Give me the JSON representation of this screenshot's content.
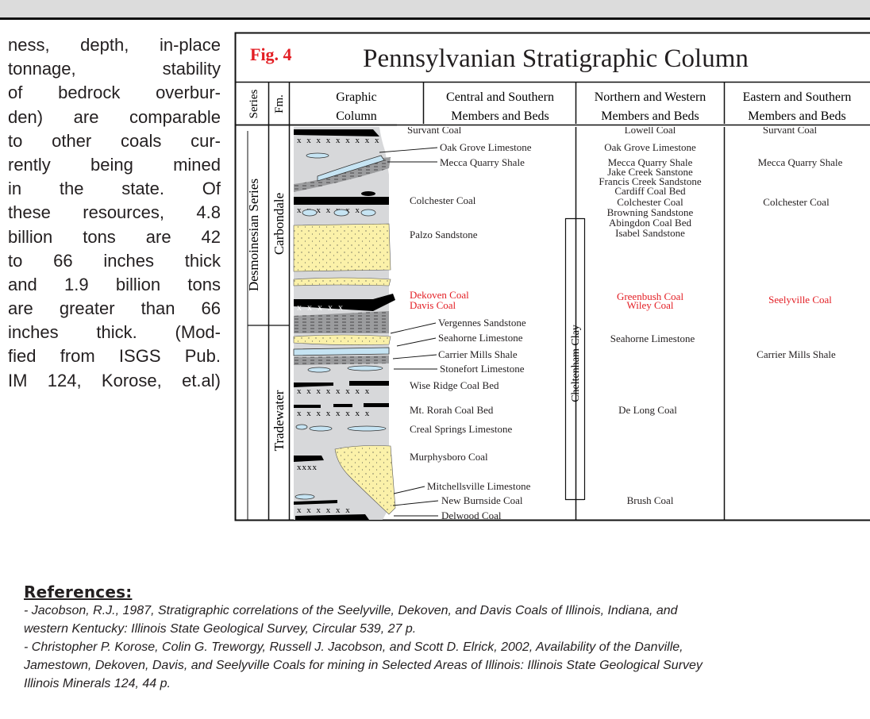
{
  "body_text_lines": [
    "ness, depth, in-place",
    "tonnage, stability",
    "of bedrock overbur-",
    "den) are comparable",
    "to other coals cur-",
    "rently being mined",
    "in the state. Of",
    "these resources, 4.8",
    "billion tons are 42",
    "to 66 inches thick",
    "and 1.9 billion tons",
    "are greater than 66",
    "inches thick. (Mod-",
    "fied from ISGS Pub.",
    "IM 124, Korose, et.al)"
  ],
  "figure": {
    "label": "Fig. 4",
    "title": "Pennsylvanian Stratigraphic Column",
    "headers": {
      "series": "Series",
      "fm": "Fm.",
      "graphic_1": "Graphic",
      "graphic_2": "Column",
      "central_1": "Central and Southern",
      "central_2": "Members and Beds",
      "northern_1": "Northern and Western",
      "northern_2": "Members and Beds",
      "eastern_1": "Eastern and Southern",
      "eastern_2": "Members and Beds"
    },
    "series_name": "Desmoinesian Series",
    "formations": [
      "Carbondale",
      "Tradewater"
    ],
    "cheltenham": "Cheltenham Clay",
    "central_beds": [
      "Survant Coal",
      "Oak Grove Limestone",
      "Mecca Quarry Shale",
      "Colchester Coal",
      "Palzo Sandstone",
      "Dekoven Coal",
      "Davis Coal",
      "Vergennes Sandstone",
      "Seahorne Limestone",
      "Carrier Mills Shale",
      "Stonefort Limestone",
      "Wise Ridge Coal Bed",
      "Mt. Rorah Coal Bed",
      "Creal Springs Limestone",
      "Murphysboro Coal",
      "Mitchellsville Limestone",
      "New Burnside Coal",
      "Delwood Coal"
    ],
    "northern_beds": [
      "Lowell Coal",
      "Oak Grove Limestone",
      "Mecca Quarry Shale",
      "Jake Creek Sanstone",
      "Francis Creek Sandstone",
      "Cardiff Coal Bed",
      "Colchester Coal",
      "Browning Sandstone",
      "Abingdon Coal Bed",
      "Isabel Sandstone",
      "Greenbush Coal",
      "Wiley Coal",
      "Seahorne Limestone",
      "De Long Coal",
      "Brush Coal"
    ],
    "eastern_beds": [
      "Survant Coal",
      "Mecca Quarry Shale",
      "Colchester Coal",
      "Seelyville Coal",
      "Carrier Mills Shale"
    ],
    "colors": {
      "highlight": "#e31e24",
      "sandstone": "#fbf1a9",
      "column_gray": "#d7d8da",
      "limestone": "#c6e4f3",
      "coal": "#000000"
    }
  },
  "references": {
    "heading": "References:",
    "ref1_line1": "- Jacobson, R.J., 1987, Stratigraphic correlations of the Seelyville, Dekoven, and Davis Coals of Illinois, Indiana, and",
    "ref1_line2": "western Kentucky: Illinois State Geological Survey, Circular 539, 27 p.",
    "ref2_line1": "- Christopher P. Korose, Colin G. Treworgy, Russell J. Jacobson, and Scott D. Elrick, 2002, Availability of the Danville,",
    "ref2_line2": "Jamestown, Dekoven, Davis, and Seelyville Coals for mining in Selected Areas of Illinois: Illinois State Geological Survey",
    "ref2_line3": "Illinois Minerals 124, 44 p."
  }
}
